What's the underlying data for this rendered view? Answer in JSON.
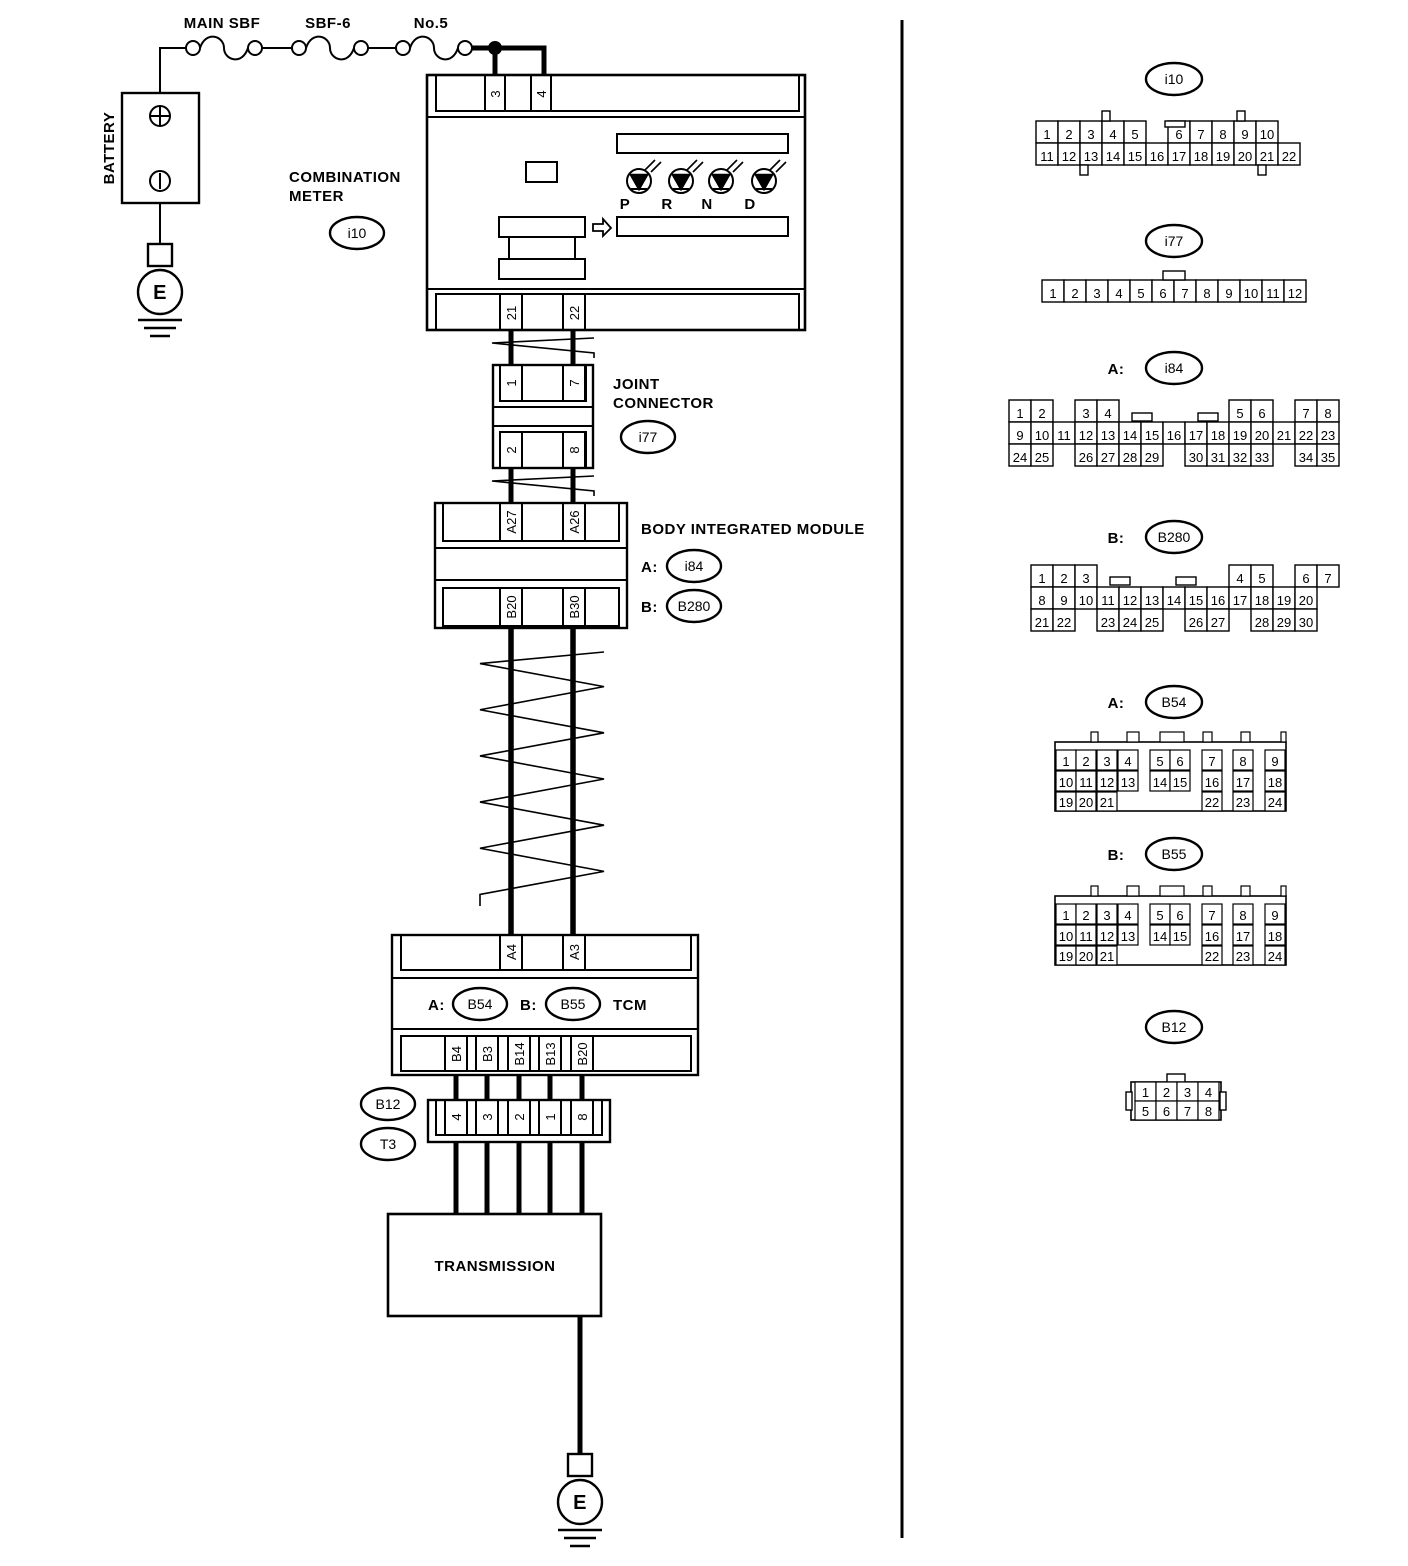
{
  "fuses": [
    "MAIN SBF",
    "SBF-6",
    "No.5"
  ],
  "battery": {
    "label": "BATTERY",
    "ground": "E"
  },
  "combination_meter": {
    "label_lines": [
      "COMBINATION",
      "METER"
    ],
    "connector": "i10",
    "top_pins": [
      "3",
      "4"
    ],
    "bottom_pins": [
      "21",
      "22"
    ],
    "indicators": [
      "P",
      "R",
      "N",
      "D"
    ]
  },
  "joint_connector": {
    "label_lines": [
      "JOINT",
      "CONNECTOR"
    ],
    "connector": "i77",
    "top_pins": [
      "1",
      "7"
    ],
    "bottom_pins": [
      "2",
      "8"
    ]
  },
  "bim": {
    "label": "BODY INTEGRATED MODULE",
    "conn_a_prefix": "A:",
    "conn_a": "i84",
    "conn_b_prefix": "B:",
    "conn_b": "B280",
    "top_pins": [
      "A27",
      "A26"
    ],
    "bottom_pins": [
      "B20",
      "B30"
    ]
  },
  "tcm": {
    "label": "TCM",
    "conn_a_prefix": "A:",
    "conn_a": "B54",
    "conn_b_prefix": "B:",
    "conn_b": "B55",
    "top_pins": [
      "A4",
      "A3"
    ],
    "bottom_pins": [
      "B4",
      "B3",
      "B14",
      "B13",
      "B20"
    ]
  },
  "trans_connector": {
    "tags": [
      "B12",
      "T3"
    ],
    "pins": [
      "4",
      "3",
      "2",
      "1",
      "8"
    ]
  },
  "transmission": {
    "label": "TRANSMISSION",
    "ground": "E"
  },
  "connector_views": [
    {
      "prefix": "",
      "name": "i10",
      "rows": [
        [
          "1",
          "2",
          "3",
          "4",
          "5",
          "",
          "6",
          "7",
          "8",
          "9",
          "10"
        ],
        [
          "11",
          "12",
          "13",
          "14",
          "15",
          "16",
          "17",
          "18",
          "19",
          "20",
          "21",
          "22"
        ]
      ]
    },
    {
      "prefix": "",
      "name": "i77",
      "rows": [
        [
          "1",
          "2",
          "3",
          "4",
          "5",
          "6",
          "7",
          "8",
          "9",
          "10",
          "11",
          "12"
        ]
      ]
    },
    {
      "prefix": "A:",
      "name": "i84",
      "rows": [
        [
          "1",
          "2",
          "",
          "3",
          "4",
          "",
          "",
          "",
          "",
          "",
          "5",
          "6",
          "",
          "7",
          "8"
        ],
        [
          "9",
          "10",
          "11",
          "12",
          "13",
          "14",
          "15",
          "16",
          "17",
          "18",
          "19",
          "20",
          "21",
          "22",
          "23"
        ],
        [
          "24",
          "25",
          "",
          "26",
          "27",
          "28",
          "29",
          "",
          "30",
          "31",
          "32",
          "33",
          "",
          "34",
          "35"
        ]
      ]
    },
    {
      "prefix": "B:",
      "name": "B280",
      "rows": [
        [
          "1",
          "2",
          "3",
          "",
          "",
          "",
          "",
          "",
          "",
          "4",
          "5",
          "",
          "6",
          "7"
        ],
        [
          "8",
          "9",
          "10",
          "11",
          "12",
          "13",
          "14",
          "15",
          "16",
          "17",
          "18",
          "19",
          "20"
        ],
        [
          "21",
          "22",
          "",
          "23",
          "24",
          "25",
          "",
          "26",
          "27",
          "",
          "28",
          "29",
          "30"
        ]
      ]
    },
    {
      "prefix": "A:",
      "name": "B54",
      "rows": [
        [
          "1",
          "2",
          "3",
          "4",
          "5",
          "6",
          "7",
          "8",
          "9"
        ],
        [
          "10",
          "11",
          "12",
          "13",
          "14",
          "15",
          "16",
          "17",
          "18"
        ],
        [
          "19",
          "20",
          "21",
          "22",
          "23",
          "24"
        ]
      ]
    },
    {
      "prefix": "B:",
      "name": "B55",
      "rows": [
        [
          "1",
          "2",
          "3",
          "4",
          "5",
          "6",
          "7",
          "8",
          "9"
        ],
        [
          "10",
          "11",
          "12",
          "13",
          "14",
          "15",
          "16",
          "17",
          "18"
        ],
        [
          "19",
          "20",
          "21",
          "22",
          "23",
          "24"
        ]
      ]
    },
    {
      "prefix": "",
      "name": "B12",
      "rows": [
        [
          "1",
          "2",
          "3",
          "4"
        ],
        [
          "5",
          "6",
          "7",
          "8"
        ]
      ]
    }
  ]
}
